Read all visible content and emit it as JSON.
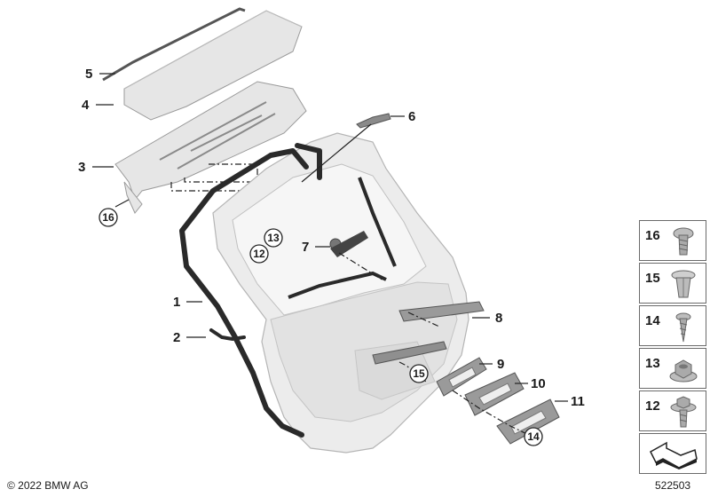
{
  "callouts": {
    "n1": "1",
    "n2": "2",
    "n3": "3",
    "n4": "4",
    "n5": "5",
    "n6": "6",
    "n7": "7",
    "n8": "8",
    "n9": "9",
    "n10": "10",
    "n11": "11",
    "c12": "12",
    "c13": "13",
    "c14": "14",
    "c15": "15",
    "c16": "16"
  },
  "legend": [
    {
      "label": "16",
      "icon": "torx-bolt-icon"
    },
    {
      "label": "15",
      "icon": "expanding-rivet-icon"
    },
    {
      "label": "14",
      "icon": "self-tapping-screw-icon"
    },
    {
      "label": "13",
      "icon": "hex-nut-icon"
    },
    {
      "label": "12",
      "icon": "hex-collar-bolt-icon"
    },
    {
      "label": "",
      "icon": "arrow-pointer-icon"
    }
  ],
  "footer": {
    "copyright": "© 2022 BMW AG",
    "diagram_number": "522503"
  }
}
